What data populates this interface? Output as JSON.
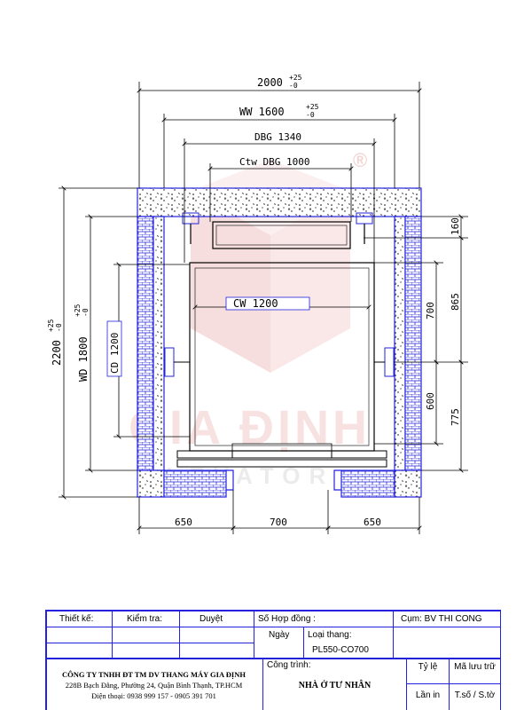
{
  "drawing": {
    "dims": {
      "overall_width": "2000",
      "overall_width_tol_top": "+25",
      "overall_width_tol_bottom": "-0",
      "ww": "WW 1600",
      "ww_tol_top": "+25",
      "ww_tol_bottom": "-0",
      "dbg": "DBG 1340",
      "ctw_dbg": "Ctw DBG 1000",
      "cw": "CW 1200",
      "overall_depth": "2200",
      "overall_depth_tol_top": "+25",
      "overall_depth_tol_bottom": "-0",
      "wd": "WD 1800",
      "wd_tol_top": "+25",
      "wd_tol_bottom": "-0",
      "cd": "CD 1200",
      "right_160": "160",
      "right_865": "865",
      "right_700": "700",
      "right_600": "600",
      "right_775": "775",
      "bottom_left": "650",
      "bottom_mid": "700",
      "bottom_right": "650"
    },
    "watermark": {
      "brand_line1": "GIA ĐỊNH",
      "brand_line2": "ELEVATOR",
      "registered": "®"
    },
    "colors": {
      "line": "#2222dd",
      "watermark": "#f2c9c9"
    }
  },
  "title_block": {
    "thiet_ke": "Thiết kế:",
    "kiem_tra": "Kiểm tra:",
    "duyet": "Duyệt",
    "so_hop_dong": "Số Hợp đồng :",
    "cum": "Cụm: BV THI CONG",
    "ngay": "Ngày",
    "loai_thang": "Loại thang:",
    "loai_thang_value": "PL550-CO700",
    "cong_trinh": "Công trình:",
    "cong_trinh_value": "NHÀ Ở TƯ NHÂN",
    "ty_le": "Tỷ lệ",
    "ma_luu_tru": "Mã lưu trữ",
    "lan_in": "Lần in",
    "to_so": "T.số / S.tờ",
    "company_name": "CÔNG TY TNHH ĐT TM DV THANG MÁY GIA ĐỊNH",
    "company_address": "228B Bạch Đằng, Phường 24, Quận Bình Thạnh, TP.HCM",
    "company_phone": "Điện thoại: 0938 999 157 - 0905 391 701"
  }
}
